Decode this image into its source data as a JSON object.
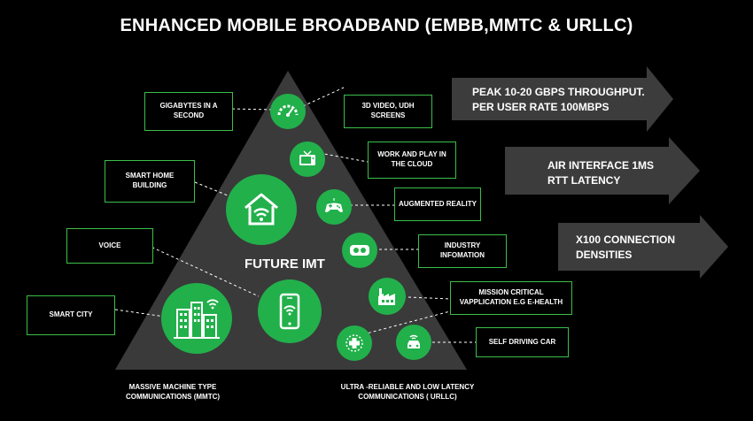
{
  "title": "ENHANCED MOBILE BROADBAND (EMBB,MMTC & URLLC)",
  "center_label": "FUTURE IMT",
  "labels": {
    "gigabytes": "GIGABYTES IN A SECOND",
    "smart_home": "SMART HOME BUILDING",
    "voice": "VOICE",
    "smart_city": "SMART CITY",
    "video": "3D VIDEO, UDH SCREENS",
    "cloud": "WORK AND PLAY IN THE CLOUD",
    "ar": "AUGMENTED REALITY",
    "industry": "INDUSTRY INFOMATION",
    "mission": "MISSION CRITICAL VAPPLICATION E.G E-HEALTH",
    "self_driving": "SELF DRIVING CAR"
  },
  "arrows": [
    {
      "line1": "PEAK 10-20 GBPS THROUGHPUT.",
      "line2": "PER USER RATE 100MBPS"
    },
    {
      "line1": "AIR INTERFACE 1MS",
      "line2": "RTT LATENCY"
    },
    {
      "line1": "X100 CONNECTION",
      "line2": "DENSITIES"
    }
  ],
  "bottom": {
    "left_line1": "MASSIVE MACHINE TYPE",
    "left_line2": "COMMUNICATIONS (MMTC)",
    "right_line1": "ULTRA -RELIABLE AND LOW LATENCY",
    "right_line2": "COMMUNICATIONS ( URLLC)"
  },
  "colors": {
    "accent": "#22b04b",
    "triangle": "#3a3a3a",
    "arrow": "#3c3c3c",
    "border": "#3bbf4a"
  }
}
